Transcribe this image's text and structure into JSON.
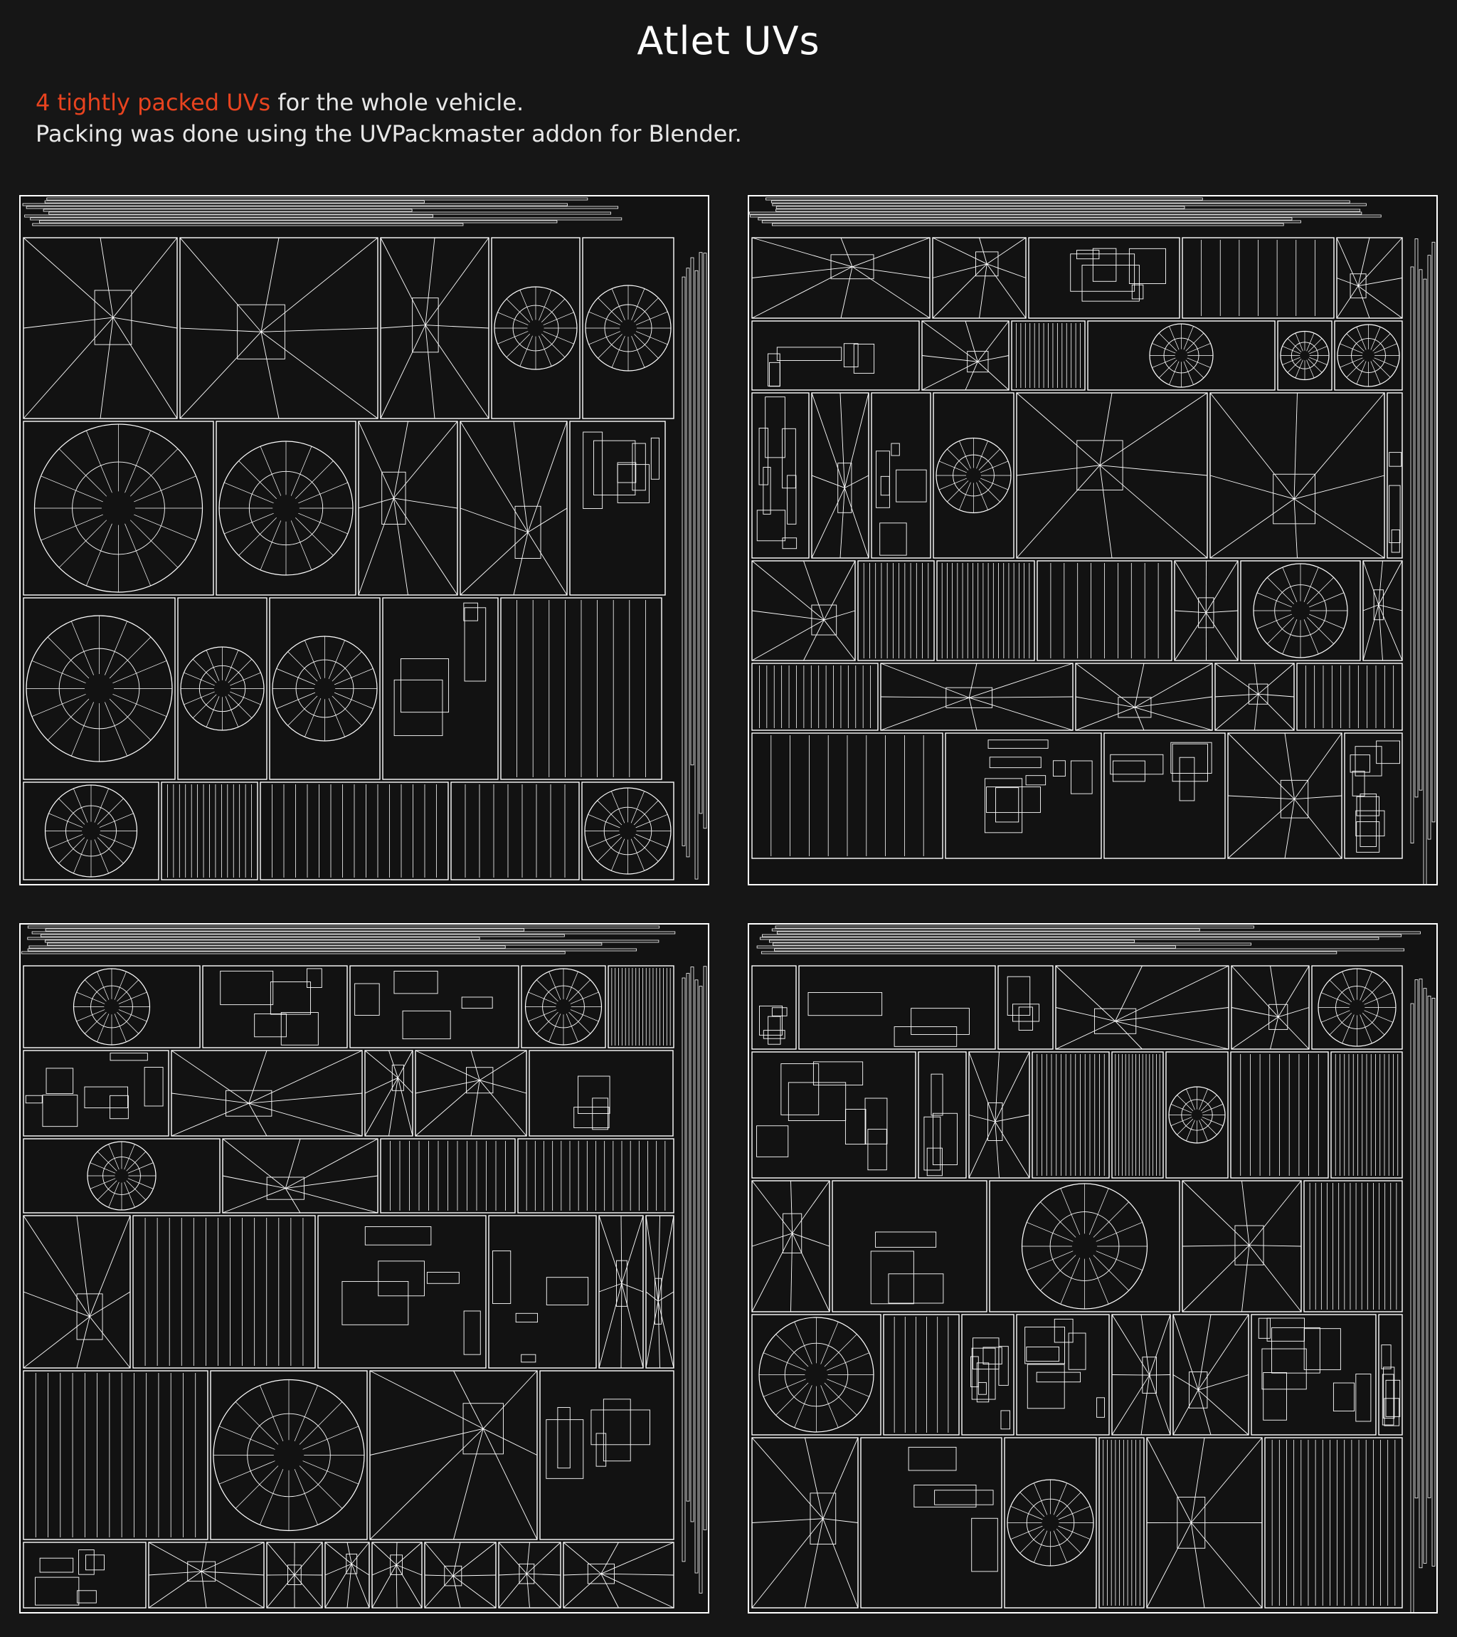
{
  "page": {
    "title": "Atlet UVs",
    "intro_highlight": "4 tightly packed UVs",
    "intro_line1_rest": " for the whole vehicle.",
    "intro_line2": "Packing was done using the UVPackmaster addon for Blender."
  },
  "colors": {
    "background": "#161616",
    "accent": "#e8431f",
    "wireframe": "#ffffff"
  },
  "uv_maps": [
    {
      "id": 1,
      "seed": 11
    },
    {
      "id": 2,
      "seed": 27
    },
    {
      "id": 3,
      "seed": 43
    },
    {
      "id": 4,
      "seed": 59
    }
  ]
}
